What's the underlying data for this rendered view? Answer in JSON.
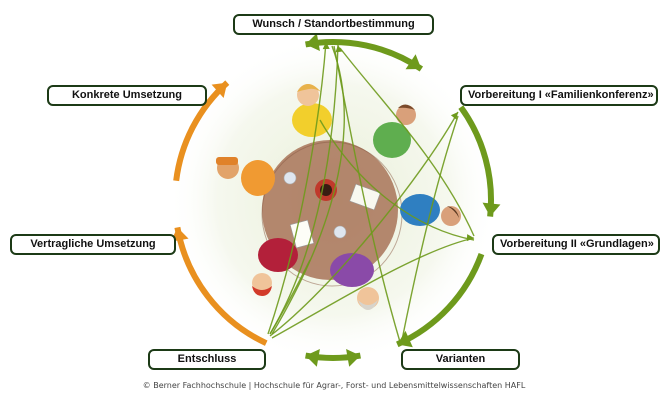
{
  "stages": [
    {
      "label": "Wunsch / Standortbestimmung"
    },
    {
      "label": "Vorbereitung I «Familienkonferenz»"
    },
    {
      "label": "Vorbereitung II «Grundlagen»"
    },
    {
      "label": "Varianten"
    },
    {
      "label": "Entschluss"
    },
    {
      "label": "Vertragliche Umsetzung"
    },
    {
      "label": "Konkrete Umsetzung"
    }
  ],
  "credit": "© Berner Fachhochschule | Hochschule für Agrar-, Forst- und Lebensmittelwissenschaften HAFL",
  "colors": {
    "green": "#6e9a1c",
    "orange": "#e9901f",
    "label_border": "#1c3a16"
  }
}
